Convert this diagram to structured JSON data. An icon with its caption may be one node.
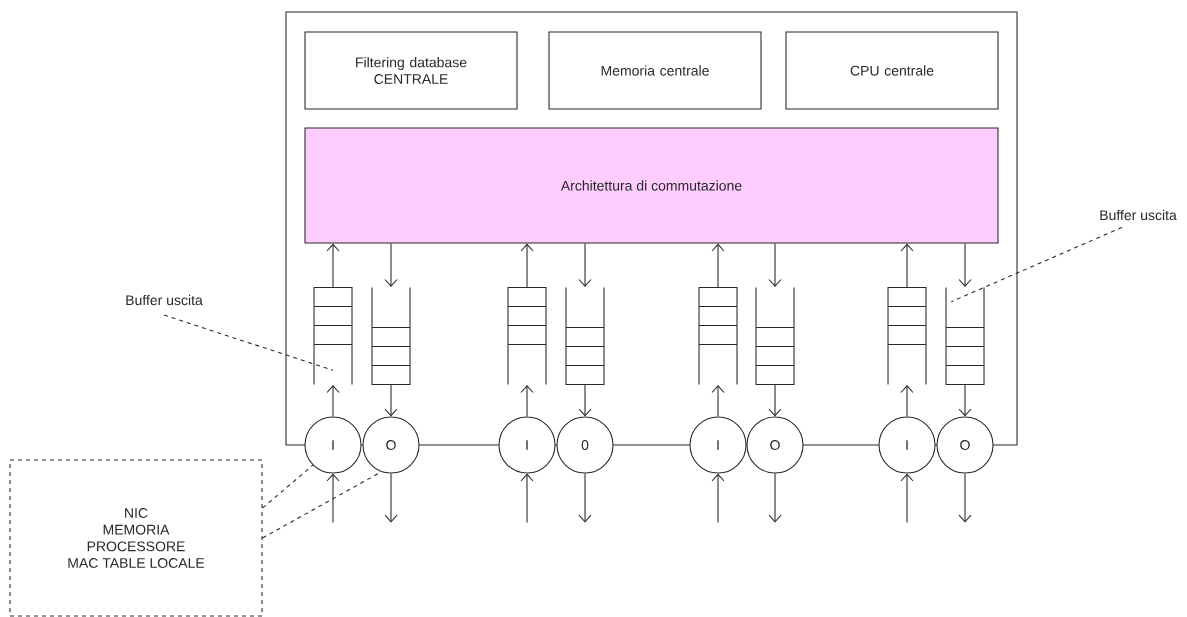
{
  "diagram": {
    "nodes": [
      {
        "text": [],
        "shape": "box"
      },
      {
        "text": [
          "Filtering database CENTRALE"
        ],
        "in": 0
      },
      {
        "text": [
          "Memoria centrale"
        ],
        "in": 0
      },
      {
        "text": [
          "CPU centrale"
        ],
        "in": 0
      },
      {
        "text": [
          "Architettura di commutazione"
        ],
        "in": 0
      },
      {
        "text": [],
        "shape": "box",
        "in": 0
      },
      {
        "text": [],
        "shape": "box",
        "in": 0
      },
      {
        "text": [],
        "shape": "box",
        "in": 0
      },
      {
        "text": [],
        "shape": "box",
        "in": 0
      },
      {
        "text": [],
        "shape": "box",
        "in": 0
      },
      {
        "text": [],
        "shape": "box",
        "in": 0
      },
      {
        "text": [],
        "shape": "box",
        "in": 0
      },
      {
        "text": [],
        "shape": "box",
        "in": 0
      },
      {
        "text": [
          "I"
        ]
      },
      {
        "text": [
          "O"
        ]
      },
      {
        "text": [
          "I"
        ]
      },
      {
        "text": [
          "0"
        ]
      },
      {
        "text": [
          "I"
        ]
      },
      {
        "text": [
          "O"
        ]
      },
      {
        "text": [
          "I"
        ]
      },
      {
        "text": [
          "O"
        ]
      },
      {
        "text": [
          "NIC",
          "MEMORIA",
          "PROCESSORE",
          "MAC TABLE LOCALE"
        ]
      },
      {
        "text": [
          "Buffer uscita"
        ]
      },
      {
        "text": [
          "Buffer uscita"
        ]
      }
    ],
    "edges": [
      {
        "from": 13,
        "to": 5,
        "arrow": "to"
      },
      {
        "from": 5,
        "to": 4,
        "arrow": "to"
      },
      {
        "from": 4,
        "to": 6,
        "arrow": "to"
      },
      {
        "from": 6,
        "to": 14,
        "arrow": "to"
      },
      {
        "from": null,
        "to": 13,
        "arrow": "to"
      },
      {
        "from": 14,
        "to": null,
        "arrow": "to"
      },
      {
        "from": 15,
        "to": 7,
        "arrow": "to"
      },
      {
        "from": 7,
        "to": 4,
        "arrow": "to"
      },
      {
        "from": 4,
        "to": 8,
        "arrow": "to"
      },
      {
        "from": 8,
        "to": 16,
        "arrow": "to"
      },
      {
        "from": null,
        "to": 15,
        "arrow": "to"
      },
      {
        "from": 16,
        "to": null,
        "arrow": "to"
      },
      {
        "from": 17,
        "to": 9,
        "arrow": "to"
      },
      {
        "from": 9,
        "to": 4,
        "arrow": "to"
      },
      {
        "from": 4,
        "to": 10,
        "arrow": "to"
      },
      {
        "from": 10,
        "to": 18,
        "arrow": "to"
      },
      {
        "from": null,
        "to": 17,
        "arrow": "to"
      },
      {
        "from": 18,
        "to": null,
        "arrow": "to"
      },
      {
        "from": 19,
        "to": 11,
        "arrow": "to"
      },
      {
        "from": 11,
        "to": 4,
        "arrow": "to"
      },
      {
        "from": 4,
        "to": 12,
        "arrow": "to"
      },
      {
        "from": 12,
        "to": 20,
        "arrow": "to"
      },
      {
        "from": null,
        "to": 19,
        "arrow": "to"
      },
      {
        "from": 20,
        "to": null,
        "arrow": "to"
      },
      {
        "from": 21,
        "to": 13,
        "arrow": "none",
        "style": "dashed"
      },
      {
        "from": 21,
        "to": 14,
        "arrow": "none",
        "style": "dashed"
      },
      {
        "from": 22,
        "to": 5,
        "arrow": "none",
        "style": "dashed"
      },
      {
        "from": 23,
        "to": 12,
        "arrow": "none",
        "style": "dashed"
      }
    ]
  }
}
